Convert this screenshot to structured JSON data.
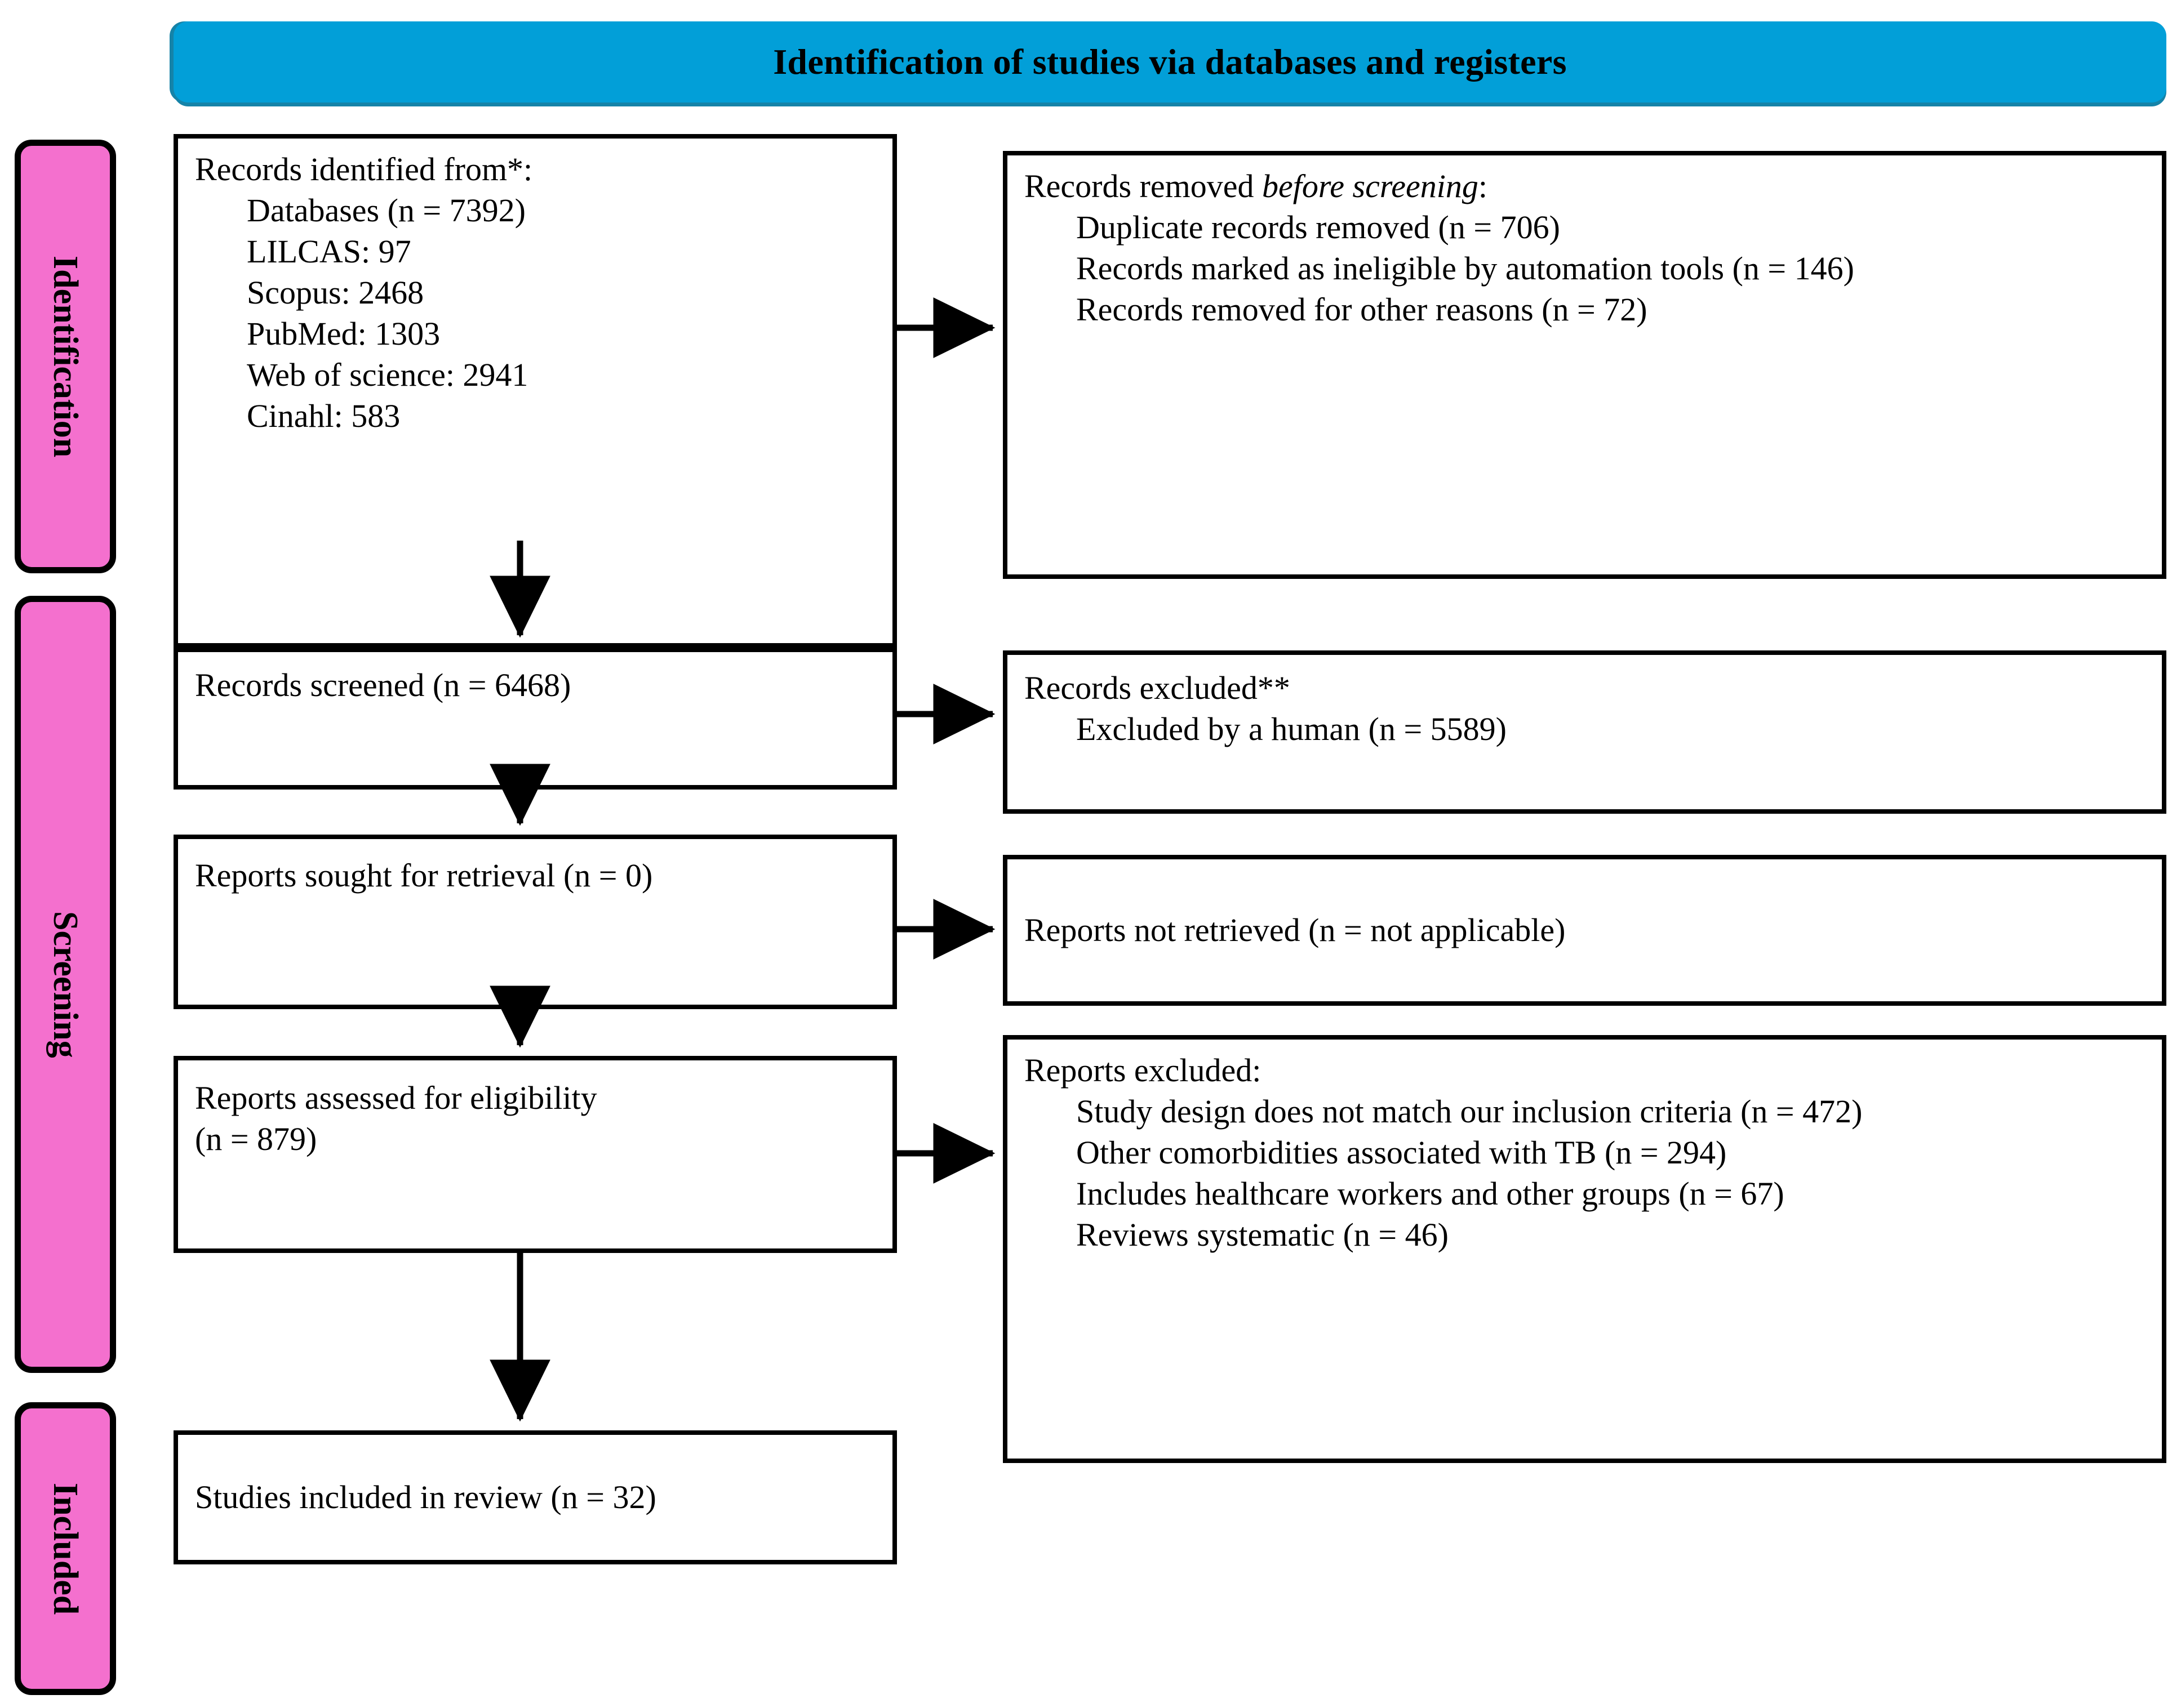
{
  "header": {
    "title": "Identification of studies via databases and registers",
    "bg_color": "#029FD8"
  },
  "stages": {
    "accent_color": "#F470CE",
    "items": [
      {
        "id": "identification",
        "label": "Identification"
      },
      {
        "id": "screening",
        "label": "Screening"
      },
      {
        "id": "included",
        "label": "Included"
      }
    ]
  },
  "boxes": {
    "identified": {
      "title": "Records identified from*:",
      "lines": [
        "Databases (n = 7392)",
        "LILCAS: 97",
        "Scopus: 2468",
        "PubMed: 1303",
        "Web of science: 2941",
        "Cinahl: 583"
      ]
    },
    "removed_before_screening": {
      "title_prefix": "Records removed ",
      "title_italic": "before screening",
      "title_suffix": ":",
      "lines": [
        "Duplicate records removed (n = 706)",
        "Records marked as ineligible by automation tools (n = 146)",
        "Records removed for other reasons (n = 72)"
      ]
    },
    "screened": {
      "title": "Records screened (n = 6468)"
    },
    "records_excluded": {
      "title": "Records excluded**",
      "lines": [
        "Excluded by a human (n = 5589)"
      ]
    },
    "sought_for_retrieval": {
      "title": "Reports sought for retrieval (n = 0)"
    },
    "not_retrieved": {
      "title": "Reports not retrieved (n = not applicable)"
    },
    "assessed_for_eligibility": {
      "title": "Reports assessed for eligibility",
      "count": "(n = 879)"
    },
    "reports_excluded": {
      "title": "Reports excluded:",
      "lines": [
        "Study design does not match our inclusion criteria (n = 472)",
        "Other comorbidities associated with TB (n = 294)",
        "Includes healthcare workers and other groups (n = 67)",
        "Reviews systematic (n = 46)"
      ]
    },
    "studies_included": {
      "title": "Studies included in review (n = 32)"
    }
  },
  "chart_data": {
    "type": "table",
    "title": "PRISMA 2020 flow diagram for new systematic reviews which included searches of databases and registers only",
    "stages": [
      "Identification",
      "Screening",
      "Included"
    ],
    "nodes": [
      {
        "id": "records_identified",
        "stage": "Identification",
        "label": "Records identified from*",
        "n": 7392
      },
      {
        "id": "db_lilcas",
        "stage": "Identification",
        "label": "LILCAS",
        "n": 97
      },
      {
        "id": "db_scopus",
        "stage": "Identification",
        "label": "Scopus",
        "n": 2468
      },
      {
        "id": "db_pubmed",
        "stage": "Identification",
        "label": "PubMed",
        "n": 1303
      },
      {
        "id": "db_wos",
        "stage": "Identification",
        "label": "Web of science",
        "n": 2941
      },
      {
        "id": "db_cinahl",
        "stage": "Identification",
        "label": "Cinahl",
        "n": 583
      },
      {
        "id": "duplicates_removed",
        "stage": "Identification",
        "label": "Duplicate records removed",
        "n": 706
      },
      {
        "id": "ineligible_automation",
        "stage": "Identification",
        "label": "Records marked as ineligible by automation tools",
        "n": 146
      },
      {
        "id": "removed_other",
        "stage": "Identification",
        "label": "Records removed for other reasons",
        "n": 72
      },
      {
        "id": "records_screened",
        "stage": "Screening",
        "label": "Records screened",
        "n": 6468
      },
      {
        "id": "excluded_human",
        "stage": "Screening",
        "label": "Excluded by a human",
        "n": 5589
      },
      {
        "id": "reports_sought",
        "stage": "Screening",
        "label": "Reports sought for retrieval",
        "n": 0
      },
      {
        "id": "reports_not_retrieved",
        "stage": "Screening",
        "label": "Reports not retrieved",
        "n": "not applicable"
      },
      {
        "id": "reports_assessed",
        "stage": "Screening",
        "label": "Reports assessed for eligibility",
        "n": 879
      },
      {
        "id": "excl_study_design",
        "stage": "Screening",
        "label": "Study design does not match our inclusion criteria",
        "n": 472
      },
      {
        "id": "excl_comorbidities",
        "stage": "Screening",
        "label": "Other comorbidities associated with TB",
        "n": 294
      },
      {
        "id": "excl_hcw",
        "stage": "Screening",
        "label": "Includes healthcare workers and other groups",
        "n": 67
      },
      {
        "id": "excl_reviews",
        "stage": "Screening",
        "label": "Reviews systematic",
        "n": 46
      },
      {
        "id": "studies_included",
        "stage": "Included",
        "label": "Studies included in review",
        "n": 32
      }
    ],
    "edges": [
      {
        "from": "records_identified",
        "to": "duplicates_removed",
        "direction": "right"
      },
      {
        "from": "records_identified",
        "to": "records_screened",
        "direction": "down"
      },
      {
        "from": "records_screened",
        "to": "excluded_human",
        "direction": "right"
      },
      {
        "from": "records_screened",
        "to": "reports_sought",
        "direction": "down"
      },
      {
        "from": "reports_sought",
        "to": "reports_not_retrieved",
        "direction": "right"
      },
      {
        "from": "reports_sought",
        "to": "reports_assessed",
        "direction": "down"
      },
      {
        "from": "reports_assessed",
        "to": "excl_study_design",
        "direction": "right"
      },
      {
        "from": "reports_assessed",
        "to": "studies_included",
        "direction": "down"
      }
    ]
  }
}
